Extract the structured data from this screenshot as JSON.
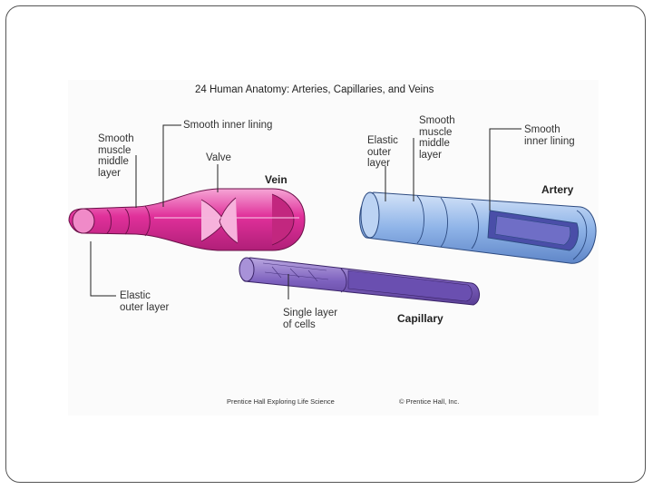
{
  "figure": {
    "title": "24  Human Anatomy: Arteries, Capillaries, and Veins",
    "credit_left": "Prentice Hall Exploring Life Science",
    "credit_right": "© Prentice Hall, Inc."
  },
  "vein": {
    "name": "Vein",
    "labels": {
      "smooth_muscle": "Smooth\nmuscle\nmiddle\nlayer",
      "smooth_inner": "Smooth inner lining",
      "valve": "Valve",
      "elastic_outer": "Elastic\nouter layer"
    },
    "color": "#e0309a"
  },
  "artery": {
    "name": "Artery",
    "labels": {
      "elastic_outer": "Elastic\nouter\nlayer",
      "smooth_muscle": "Smooth\nmuscle\nmiddle\nlayer",
      "smooth_inner": "Smooth\ninner lining"
    },
    "color": "#8fb4e8"
  },
  "capillary": {
    "name": "Capillary",
    "labels": {
      "single_layer": "Single layer\nof cells"
    },
    "color": "#8a6cc4"
  }
}
